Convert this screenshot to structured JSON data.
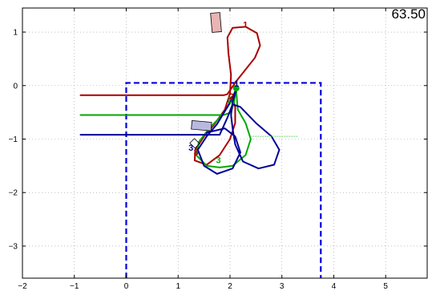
{
  "header": {
    "time_readout": "63.50"
  },
  "chart_data": {
    "type": "line",
    "xlim": [
      -2,
      5.8
    ],
    "ylim": [
      -3.6,
      1.45
    ],
    "grid": true,
    "grid_style": "dotted",
    "x_ticks": [
      -2,
      -1,
      0,
      1,
      2,
      3,
      4,
      5
    ],
    "x_tick_labels": [
      "−2",
      "−1",
      "0",
      "1",
      "2",
      "3",
      "4",
      "5"
    ],
    "y_ticks": [
      1,
      0,
      -1,
      -2,
      -3
    ],
    "y_tick_labels": [
      "1",
      "0",
      "−1",
      "−2",
      "−3"
    ],
    "colors": {
      "red": "#aa0000",
      "green": "#00aa00",
      "navy": "#000099",
      "boundary": "#0000dd",
      "light_green": "#88dd88",
      "red_box": "#e8b4b4",
      "blue_box": "#b9b9e0",
      "axes": "#000000",
      "grid": "#999999"
    },
    "boundary": [
      [
        0,
        -3.6
      ],
      [
        0,
        0.05
      ],
      [
        3.75,
        0.05
      ],
      [
        3.75,
        -3.6
      ]
    ],
    "series": [
      {
        "color": "red",
        "points": [
          [
            -0.88,
            -0.18
          ],
          [
            1.55,
            -0.18
          ],
          [
            1.88,
            -0.18
          ],
          [
            1.95,
            -0.16
          ],
          [
            2.02,
            -0.06
          ],
          [
            2.12,
            0.08
          ],
          [
            2.3,
            0.3
          ],
          [
            2.48,
            0.52
          ],
          [
            2.58,
            0.75
          ],
          [
            2.52,
            0.98
          ],
          [
            2.3,
            1.1
          ],
          [
            2.05,
            1.08
          ],
          [
            1.95,
            0.9
          ],
          [
            1.97,
            0.6
          ],
          [
            2.02,
            0.2
          ],
          [
            2.0,
            -0.15
          ],
          [
            1.9,
            -0.45
          ],
          [
            1.7,
            -0.72
          ],
          [
            1.5,
            -0.95
          ],
          [
            1.33,
            -1.2
          ],
          [
            1.32,
            -1.4
          ],
          [
            1.55,
            -1.48
          ],
          [
            1.8,
            -1.3
          ],
          [
            2.0,
            -1.0
          ],
          [
            2.1,
            -0.7
          ],
          [
            2.1,
            -0.4
          ],
          [
            2.05,
            -0.25
          ]
        ]
      },
      {
        "color": "green",
        "points": [
          [
            -0.88,
            -0.55
          ],
          [
            1.88,
            -0.55
          ],
          [
            2.02,
            -0.5
          ],
          [
            2.08,
            -0.3
          ],
          [
            2.12,
            -0.05
          ],
          [
            2.02,
            -0.3
          ],
          [
            1.85,
            -0.55
          ],
          [
            1.6,
            -0.8
          ],
          [
            1.4,
            -1.05
          ],
          [
            1.35,
            -1.3
          ],
          [
            1.55,
            -1.5
          ],
          [
            1.8,
            -1.53
          ],
          [
            2.05,
            -1.5
          ],
          [
            2.3,
            -1.3
          ],
          [
            2.4,
            -1.0
          ],
          [
            2.3,
            -0.7
          ],
          [
            2.15,
            -0.45
          ],
          [
            2.12,
            -0.1
          ]
        ]
      },
      {
        "color": "navy",
        "points": [
          [
            -0.88,
            -0.92
          ],
          [
            1.55,
            -0.92
          ],
          [
            1.8,
            -0.92
          ],
          [
            1.95,
            -0.6
          ],
          [
            2.05,
            -0.35
          ],
          [
            2.2,
            -0.4
          ],
          [
            2.5,
            -0.7
          ],
          [
            2.8,
            -0.95
          ],
          [
            2.95,
            -1.2
          ],
          [
            2.85,
            -1.48
          ],
          [
            2.55,
            -1.55
          ],
          [
            2.25,
            -1.42
          ],
          [
            2.1,
            -1.1
          ],
          [
            2.05,
            -0.8
          ],
          [
            2.02,
            -0.55
          ],
          [
            2.05,
            -0.3
          ],
          [
            2.12,
            -0.08
          ],
          [
            1.95,
            -0.4
          ],
          [
            1.75,
            -0.72
          ],
          [
            1.55,
            -0.95
          ],
          [
            1.38,
            -1.2
          ],
          [
            1.5,
            -1.5
          ],
          [
            1.75,
            -1.65
          ],
          [
            2.05,
            -1.55
          ],
          [
            2.2,
            -1.25
          ],
          [
            2.1,
            -0.95
          ],
          [
            1.9,
            -0.8
          ],
          [
            1.55,
            -0.88
          ]
        ]
      },
      {
        "color": "light_green",
        "dotted": true,
        "points": [
          [
            2.4,
            -0.95
          ],
          [
            3.3,
            -0.95
          ]
        ]
      }
    ],
    "annotations": [
      {
        "text": "1",
        "x": 2.25,
        "y": 1.08,
        "color": "red"
      },
      {
        "text": "1",
        "x": 2.08,
        "y": -0.02,
        "color": "navy"
      },
      {
        "text": "2",
        "x": 1.95,
        "y": -0.32,
        "color": "green"
      },
      {
        "text": "2",
        "x": 1.98,
        "y": -0.26,
        "color": "red"
      },
      {
        "text": "3",
        "x": 1.3,
        "y": -1.3,
        "color": "red"
      },
      {
        "text": "3",
        "x": 1.2,
        "y": -1.22,
        "color": "navy"
      },
      {
        "text": "3",
        "x": 1.73,
        "y": -1.45,
        "color": "green"
      }
    ],
    "shapes": [
      {
        "kind": "rect",
        "cx": 1.73,
        "cy": 1.18,
        "w": 0.18,
        "h": 0.36,
        "rot": -5,
        "fill": "red_box"
      },
      {
        "kind": "rect",
        "cx": 1.45,
        "cy": -0.75,
        "w": 0.38,
        "h": 0.16,
        "rot": 5,
        "fill": "blue_box"
      },
      {
        "kind": "rect",
        "cx": 1.32,
        "cy": -1.08,
        "w": 0.14,
        "h": 0.12,
        "rot": 45,
        "fill": "none"
      },
      {
        "kind": "dot",
        "cx": 2.12,
        "cy": -0.05,
        "r": 4,
        "fill": "green"
      }
    ]
  }
}
